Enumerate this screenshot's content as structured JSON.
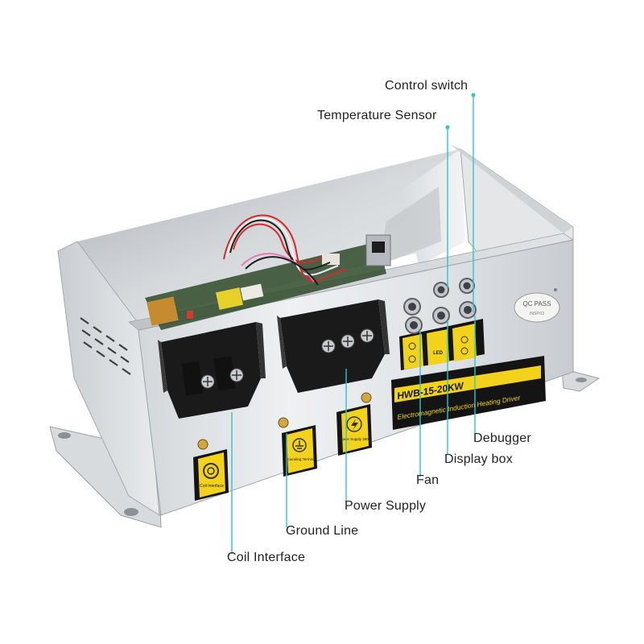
{
  "callouts": {
    "control_switch": "Control switch",
    "temperature_sensor": "Temperature Sensor",
    "debugger": "Debugger",
    "display_box": "Display box",
    "fan": "Fan",
    "power_supply": "Power Supply",
    "ground_line": "Ground Line",
    "coil_interface": "Coil Interface"
  },
  "product": {
    "model": "HWB-15-20KW",
    "subtitle": "Electromagnetic Induction Heating Driver",
    "qc_label": "QC PASS",
    "qc_sub": "INSP.03"
  },
  "stickers": {
    "coil": "Coil Interface",
    "ground": "Grounding Terminal",
    "power": "Power Supply 380V",
    "port_led": "LED"
  },
  "colors": {
    "leader_line": "#2fc4c9",
    "label_yellow": "#f2d21b",
    "label_black": "#141414",
    "terminal_black": "#1a1a1a",
    "steel_light": "#e7e9eb",
    "steel_dark": "#b9bdc1"
  }
}
